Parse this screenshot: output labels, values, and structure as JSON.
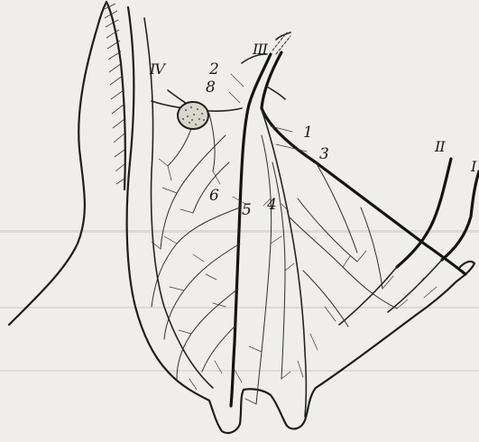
{
  "figure": {
    "roman_labels": [
      "IV",
      "III",
      "II",
      "I"
    ],
    "number_labels": [
      "2",
      "8",
      "1",
      "3",
      "6",
      "5",
      "4"
    ]
  },
  "colors": {
    "paper": "#efeeea",
    "ink": "#1d1d1d"
  }
}
